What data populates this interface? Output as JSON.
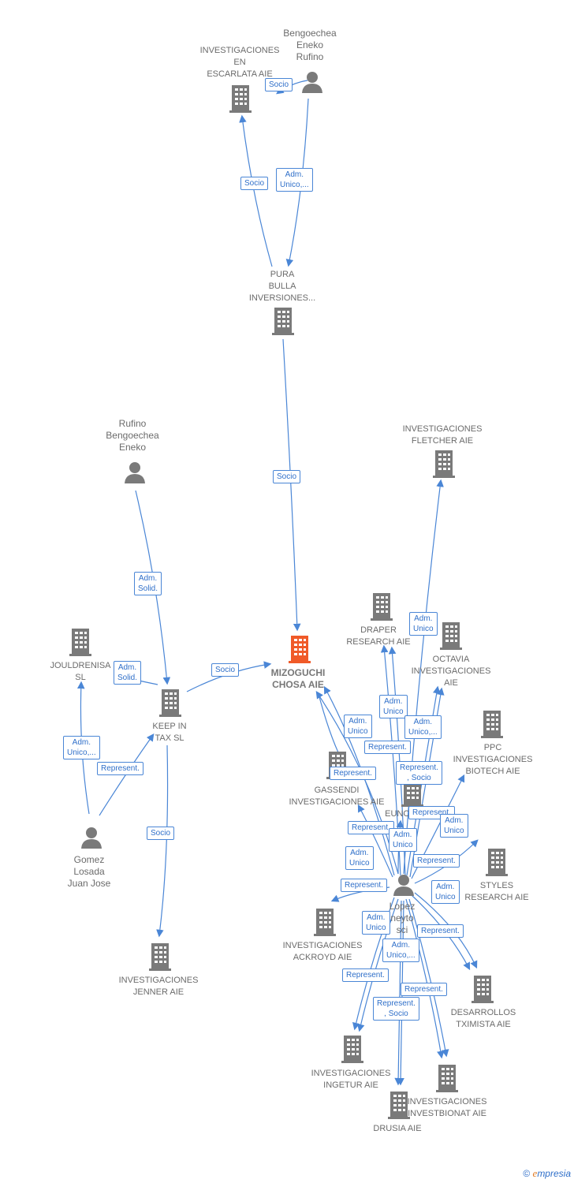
{
  "colors": {
    "edge": "#4a86d6",
    "building": "#7a7a7a",
    "main_building": "#f05a28",
    "person": "#7a7a7a"
  },
  "nodes": {
    "escarlata": {
      "label": "INVESTIGACIONES\nEN\nESCARLATA AIE"
    },
    "bengoechea_top": {
      "label": "Bengoechea\nEneko\nRufino"
    },
    "pura_bulla": {
      "label": "PURA\nBULLA\nINVERSIONES..."
    },
    "rufino": {
      "label": "Rufino\nBengoechea\nEneko"
    },
    "fletcher": {
      "label": "INVESTIGACIONES\nFLETCHER AIE"
    },
    "mizoguchi": {
      "label": "MIZOGUCHI\nCHOSA AIE"
    },
    "draper": {
      "label": "DRAPER\nRESEARCH AIE"
    },
    "octavia": {
      "label": "OCTAVIA\nINVESTIGACIONES\nAIE"
    },
    "jouldrenisa": {
      "label": "JOULDRENISA\nSL"
    },
    "keepin": {
      "label": "KEEP IN\nTAX  SL"
    },
    "ppc": {
      "label": "PPC\nINVESTIGACIONES\nBIOTECH  AIE"
    },
    "gassendi": {
      "label": "GASSENDI\nINVESTIGACIONES AIE"
    },
    "euno": {
      "label": "EUNO"
    },
    "gomez": {
      "label": "Gomez\nLosada\nJuan Jose"
    },
    "styles": {
      "label": "STYLES\nRESEARCH AIE"
    },
    "lopez": {
      "label": "Lopez\nneyto\nsci"
    },
    "ackroyd": {
      "label": "INVESTIGACIONES\nACKROYD AIE"
    },
    "jenner": {
      "label": "INVESTIGACIONES\nJENNER AIE"
    },
    "desarrollos": {
      "label": "DESARROLLOS\nTXIMISTA AIE"
    },
    "ingetur": {
      "label": "INVESTIGACIONES\nINGETUR AIE"
    },
    "investbionat": {
      "label": "INVESTIGACIONES\nINVESTBIONAT AIE"
    },
    "drusia": {
      "label": "DRUSIA  AIE"
    }
  },
  "edge_labels": {
    "l1": "Socio",
    "l2": "Socio",
    "l3": "Adm.\nUnico,...",
    "l4": "Socio",
    "l5": "Adm.\nSolid.",
    "l6": "Adm.\nSolid.",
    "l7": "Socio",
    "l8": "Adm.\nUnico,...",
    "l9": "Represent.",
    "l10": "Socio",
    "l11": "Adm.\nUnico",
    "l12": "Adm.\nUnico",
    "l13": "Adm.\nUnico",
    "l14": "Adm.\nUnico,...",
    "l15": "Represent.",
    "l16": "Represent.",
    "l17": "Represent.\n, Socio",
    "l18": "Represent.",
    "l19": "Represent.",
    "l20": "Adm.\nUnico",
    "l21": "Adm.\nUnico",
    "l22": "Represent.",
    "l23": "Adm.\nUnico",
    "l24": "Represent.",
    "l25": "Adm.\nUnico",
    "l26": "Adm.\nUnico",
    "l27": "Represent.",
    "l28": "Adm.\nUnico,...",
    "l29": "Represent.",
    "l30": "Represent.",
    "l31": "Represent.\n, Socio"
  },
  "footer": {
    "copyright": "©",
    "brand_e": "e",
    "brand_rest": "mpresia"
  }
}
